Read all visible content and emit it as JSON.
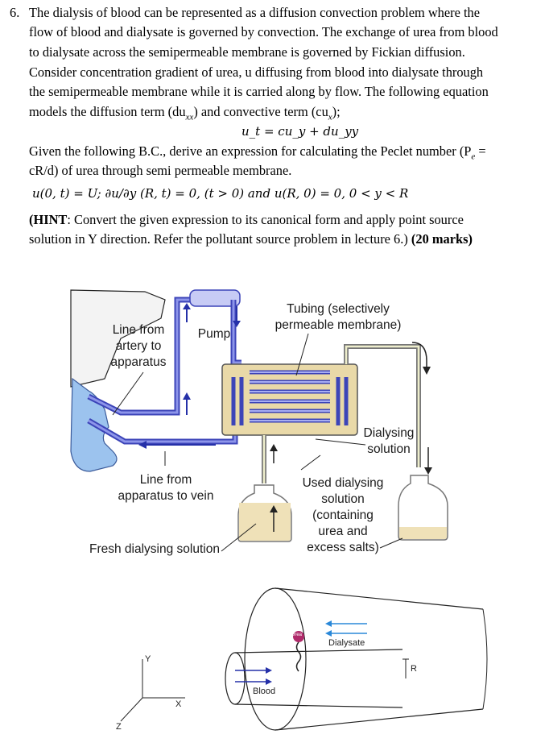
{
  "question": {
    "number": "6.",
    "lines": [
      "The dialysis of blood can be represented as a diffusion convection problem where the",
      "flow of blood and dialysate is governed by convection. The exchange of urea from blood",
      "to dialysate across the semipermeable membrane is governed by Fickian diffusion.",
      "Consider concentration gradient of urea, u diffusing from blood into dialysate through",
      "the semipermeable membrane while it is carried along by flow. The following equation",
      "models the diffusion term (du",
      "Given the following B.C., derive an expression for calculating the Peclet number (P",
      "cR/d) of urea through semi permeable membrane."
    ],
    "line6_sub1": "xx",
    "line6_mid": ") and convective term (cu",
    "line6_sub2": "x",
    "line6_end": ");",
    "equation": "u_t = cu_y + du_yy",
    "line7_sub": "e",
    "line7_end": " =",
    "bc": "u(0, t) = U; ∂u/∂y (R, t) = 0, (t > 0) and u(R, 0) = 0, 0 < y < R",
    "hint_bold": "(HINT",
    "hint_rest": ": Convert the given expression to its canonical form and apply point source",
    "hint_line2": "solution in Y direction. Refer the pollutant source problem in lecture 6.)",
    "marks": "(20 marks)"
  },
  "diagram1": {
    "label_line_from_artery": [
      "Line from",
      "artery to",
      "apparatus"
    ],
    "label_pump": "Pump",
    "label_tubing": [
      "Tubing (selectively",
      "permeable membrane)"
    ],
    "label_dialysing": [
      "Dialysing",
      "solution"
    ],
    "label_line_to_vein": [
      "Line from",
      "apparatus to vein"
    ],
    "label_used": [
      "Used dialysing",
      "solution",
      "(containing",
      "urea and",
      "excess salts)"
    ],
    "label_fresh": "Fresh dialysing solution",
    "colors": {
      "tube": "#6b73d8",
      "tube_dark": "#3c44b8",
      "membrane_box": "#e9d9a8",
      "liquid": "#efe1b8",
      "hand": "#9cc3ee"
    }
  },
  "diagram2": {
    "axis_y": "Y",
    "axis_x": "X",
    "axis_z": "Z",
    "label_urea": "Urea",
    "label_dialysate": "Dialysate",
    "label_blood": "Blood",
    "label_r": "R"
  }
}
